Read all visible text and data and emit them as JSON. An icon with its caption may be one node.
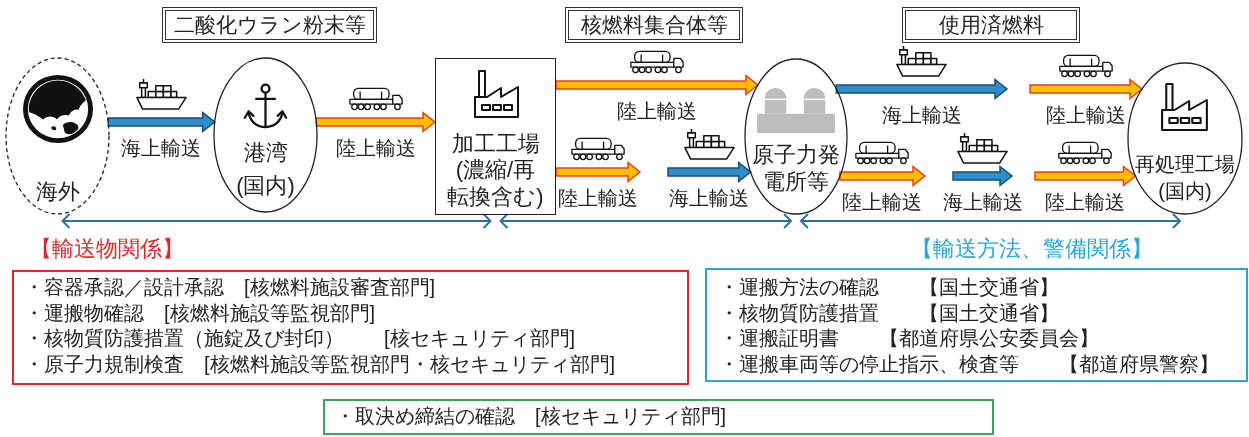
{
  "diagram": {
    "nodes": [
      {
        "text": [
          "二酸化ウラン粉末等"
        ]
      },
      {
        "text": [
          "核燃料集合体等"
        ]
      },
      {
        "text": [
          "使用済燃料"
        ]
      },
      {
        "text": [
          "海外"
        ]
      },
      {
        "text": [
          "港湾",
          "(国内)"
        ]
      },
      {
        "text": [
          "加工工場",
          "(濃縮/再転換含む)"
        ]
      },
      {
        "text": [
          "原子力発電所等"
        ]
      },
      {
        "text": [
          "再処理工場",
          "(国内)"
        ]
      },
      {
        "text": [
          "【輸送物関係】",
          "・容器承認／設計承認　[核燃料施設審査部門]",
          "・運搬物確認　[核燃料施設等監視部門]",
          "・核物質防護措置（施錠及び封印）　　[核セキュリティ部門]",
          "・原子力規制検査　[核燃料施設等監視部門・核セキュリティ部門]"
        ]
      },
      {
        "text": [
          "【輸送方法、警備関係】",
          "・運搬方法の確認　　【国土交通省】",
          "・核物質防護措置　　【国土交通省】",
          "・運搬証明書　　【都道府県公安委員会】",
          "・運搬車両等の停止指示、検査等　　【都道府県警察】"
        ]
      },
      {
        "text": [
          "・取決め締結の確認　[核セキュリティ部門]"
        ]
      }
    ],
    "edges": [
      {
        "from": 3,
        "to": 4,
        "arrow": "to",
        "label": "海上輸送",
        "style": "thick",
        "color": "#2f8dcb"
      },
      {
        "from": 4,
        "to": 5,
        "arrow": "to",
        "label": "陸上輸送",
        "style": "thick"
      },
      {
        "from": 5,
        "to": 6,
        "arrow": "to",
        "label": "陸上輸送",
        "style": "thick"
      },
      {
        "from": 5,
        "to": null,
        "arrow": "to",
        "label": "陸上輸送",
        "style": "thick"
      },
      {
        "from": null,
        "to": 6,
        "arrow": "to",
        "label": "海上輸送",
        "style": "thick",
        "color": "#2f8dcb"
      },
      {
        "from": 6,
        "to": null,
        "arrow": "to",
        "label": "海上輸送",
        "style": "thick",
        "color": "#2f8dcb"
      },
      {
        "from": null,
        "to": 7,
        "arrow": "to",
        "label": "陸上輸送",
        "style": "thick"
      },
      {
        "from": 6,
        "to": null,
        "arrow": "to",
        "label": "陸上輸送",
        "style": "thick"
      },
      {
        "from": null,
        "to": 7,
        "arrow": "to",
        "label": "陸上輸送",
        "style": "thick"
      },
      {
        "from": 3,
        "to": 5,
        "arrow": "both",
        "color": "#2f6f9c"
      },
      {
        "from": 5,
        "to": 6,
        "arrow": "both",
        "color": "#2f6f9c"
      },
      {
        "from": 6,
        "to": 7,
        "arrow": "both",
        "color": "#2f6f9c"
      }
    ],
    "labels": [
      "海上輸送"
    ]
  }
}
